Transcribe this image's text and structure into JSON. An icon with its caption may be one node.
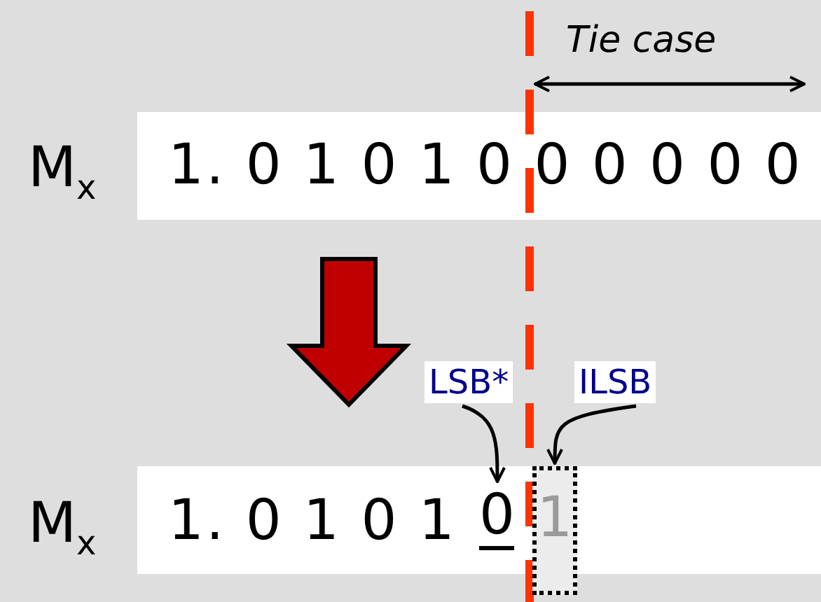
{
  "diagram": {
    "nodes": [
      {
        "text": [
          "LSB*"
        ]
      },
      {
        "text": [
          "0"
        ]
      },
      {
        "text": [
          "ILSB"
        ]
      },
      {
        "text": [
          "1"
        ]
      }
    ],
    "edges": [
      {
        "from": 0,
        "to": 1,
        "arrow": "to"
      },
      {
        "from": 2,
        "to": 3,
        "arrow": "to"
      }
    ],
    "labels": [
      "Tie case",
      "M$_{x}$",
      "1. 0 1 0 1 0 0 0 0 0 0",
      "M$_{x}$",
      "1. 0 1 0 1"
    ]
  }
}
